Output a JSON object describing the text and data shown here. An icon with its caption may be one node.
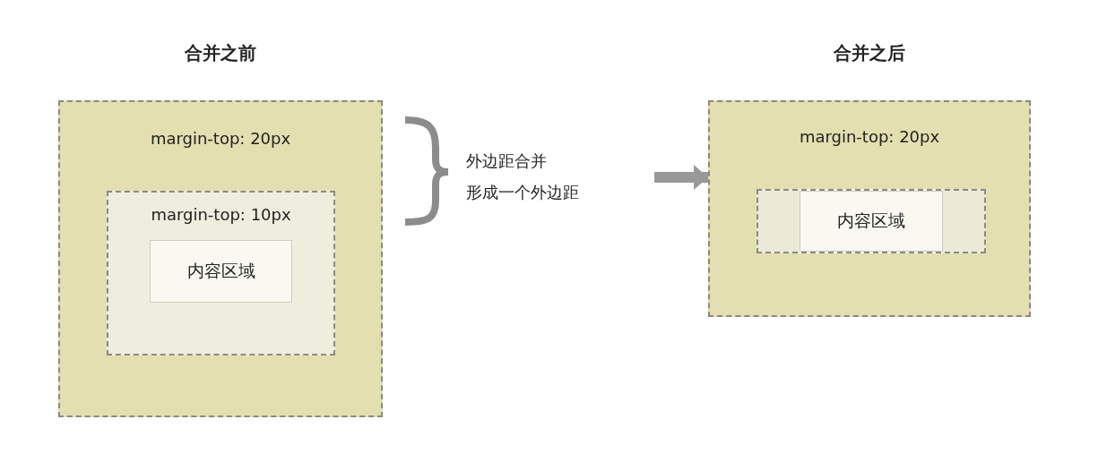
{
  "diagram": {
    "nodes": [
      {
        "text": [
          "合并之前",
          "margin-top: 20px"
        ]
      },
      {
        "text": [
          "margin-top: 10px"
        ],
        "in": 0
      },
      {
        "text": [
          "内容区域"
        ],
        "in": 1
      },
      {
        "text": [
          "外边距合并",
          "形成一个外边距"
        ]
      },
      {
        "text": [
          "合并之后",
          "margin-top: 20px"
        ]
      },
      {
        "text": [],
        "shape": "box",
        "in": 4
      },
      {
        "text": [
          "内容区域"
        ],
        "in": 5
      }
    ],
    "edges": [
      {
        "from": 3,
        "to": 4,
        "arrow": "to"
      }
    ]
  }
}
